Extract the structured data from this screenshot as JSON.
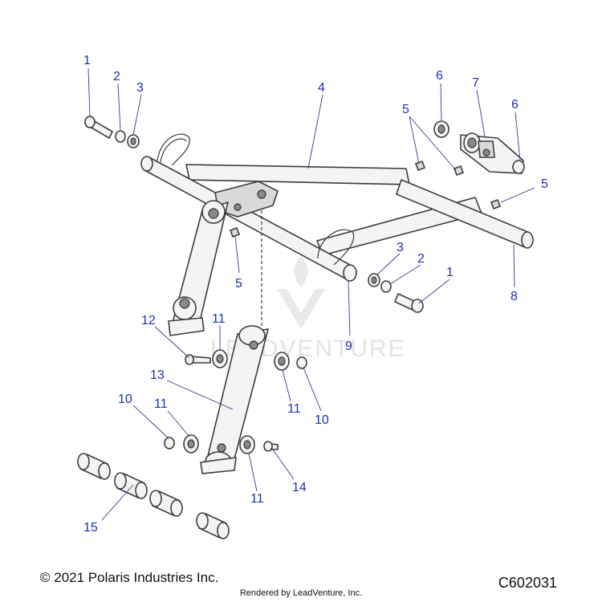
{
  "callouts": [
    "1",
    "2",
    "3",
    "4",
    "5",
    "6",
    "7",
    "8",
    "9",
    "10",
    "11",
    "12",
    "13",
    "14",
    "15"
  ],
  "watermark": "LEADVENTURE",
  "footer": {
    "copyright": "© 2021 Polaris Industries Inc.",
    "figure_id": "C602031",
    "rendered_by": "Rendered by LeadVenture, Inc."
  },
  "colors": {
    "callout": "#1f2fb8",
    "line": "#3c3c3c"
  }
}
